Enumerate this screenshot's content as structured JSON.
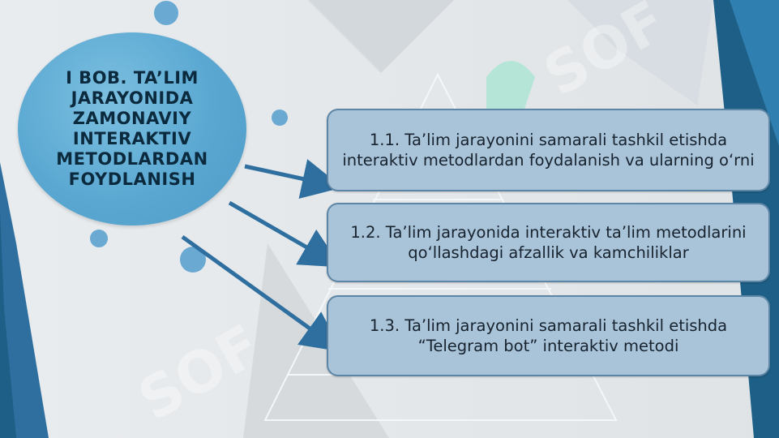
{
  "title": "I BOB. TA’LIM JARAYONIDA ZAMONAVIY INTERAKTIV METODLARDAN FOYDLANISH",
  "sections": [
    {
      "label": "1.1. Ta’lim jarayonini samarali tashkil etishda interaktiv metodlardan foydalanish va ularning o‘rni"
    },
    {
      "label": "1.2. Ta’lim jarayonida interaktiv ta’lim metodlarini qo‘llashdagi afzallik va kamchiliklar"
    },
    {
      "label": "1.3. Ta’lim jarayonini samarali tashkil etishda “Telegram bot” interaktiv metodi"
    }
  ],
  "colors": {
    "circle": "#5aa8d2",
    "box_fill": "#a9c3d9",
    "box_border": "#5d86a6",
    "arrow": "#2f6f9f",
    "accent_dark": "#1d5f86"
  }
}
